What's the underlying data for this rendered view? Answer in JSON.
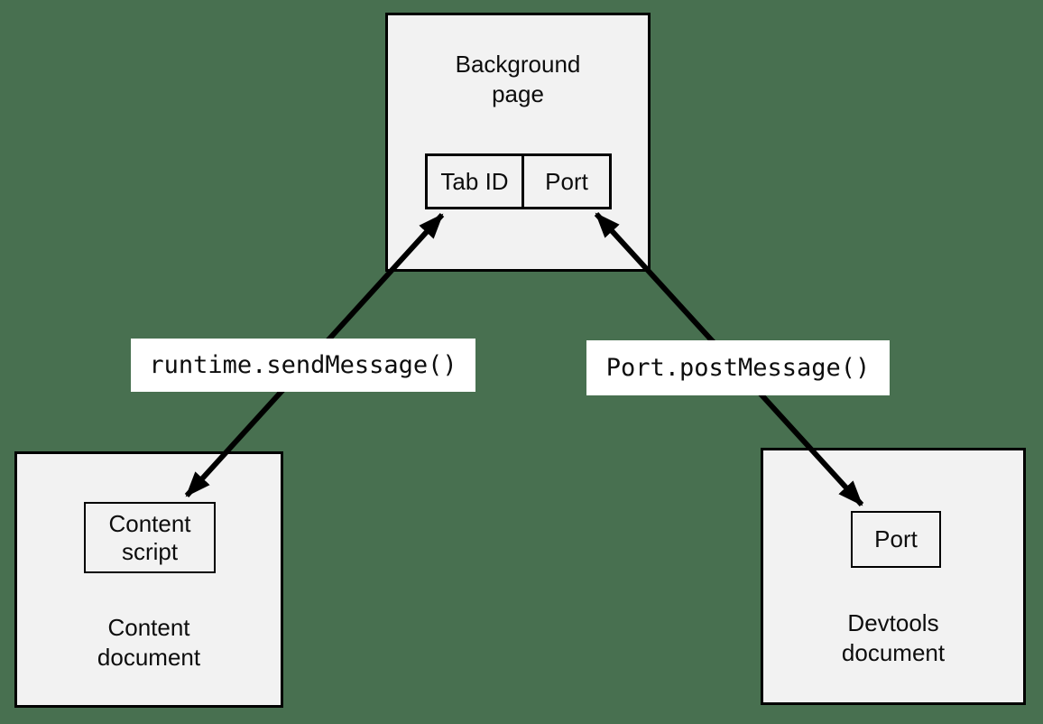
{
  "diagram": {
    "colors": {
      "canvas_background": "#487050",
      "box_fill": "#f2f2f2",
      "box_border": "#000000",
      "label_background": "#ffffff",
      "arrow": "#000000",
      "text": "#0d0d0d"
    },
    "background_page": {
      "title": "Background page",
      "tab_id_cell": "Tab ID",
      "port_cell": "Port"
    },
    "content_document": {
      "title": "Content document",
      "content_script": "Content script"
    },
    "devtools_document": {
      "title": "Devtools document",
      "port": "Port"
    },
    "messages": {
      "runtime_send_message": "runtime.sendMessage()",
      "port_post_message": "Port.postMessage()"
    },
    "arrows": [
      {
        "label": "runtime.sendMessage()",
        "from": "Content script",
        "to": "Tab ID",
        "bidirectional": true
      },
      {
        "label": "Port.postMessage()",
        "from": "Port (Devtools document)",
        "to": "Port (Background page)",
        "bidirectional": true
      }
    ]
  }
}
